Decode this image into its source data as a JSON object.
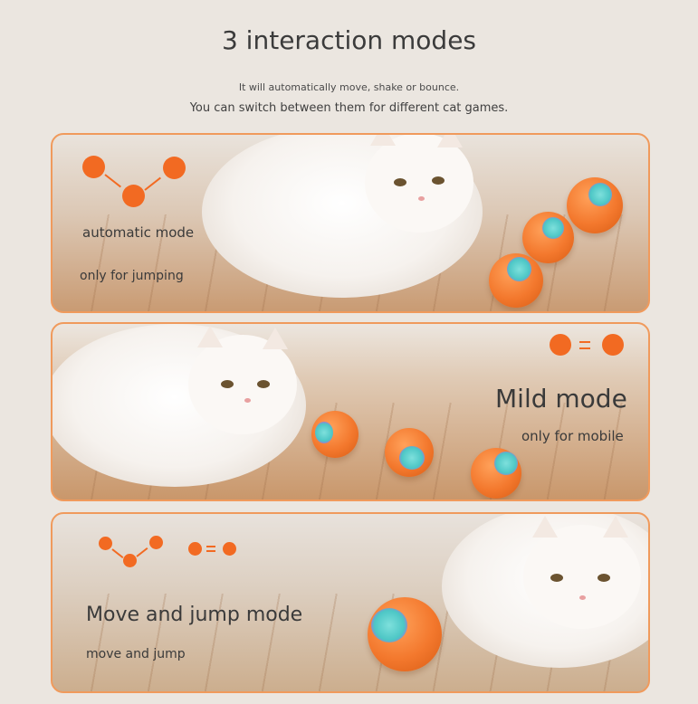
{
  "header": {
    "title": "3 interaction modes",
    "line1": "It will automatically move, shake or bounce.",
    "line2": "You can switch between them for different cat games."
  },
  "panels": [
    {
      "mode": "automatic mode",
      "desc": "only for jumping"
    },
    {
      "mode": "Mild mode",
      "desc": "only for mobile"
    },
    {
      "mode": "Move and jump mode",
      "desc": "move and jump"
    }
  ],
  "colors": {
    "accent": "#f26a22",
    "border": "#f09a5c",
    "ball": "#f3782d",
    "ball_button": "#4cc6c5"
  }
}
